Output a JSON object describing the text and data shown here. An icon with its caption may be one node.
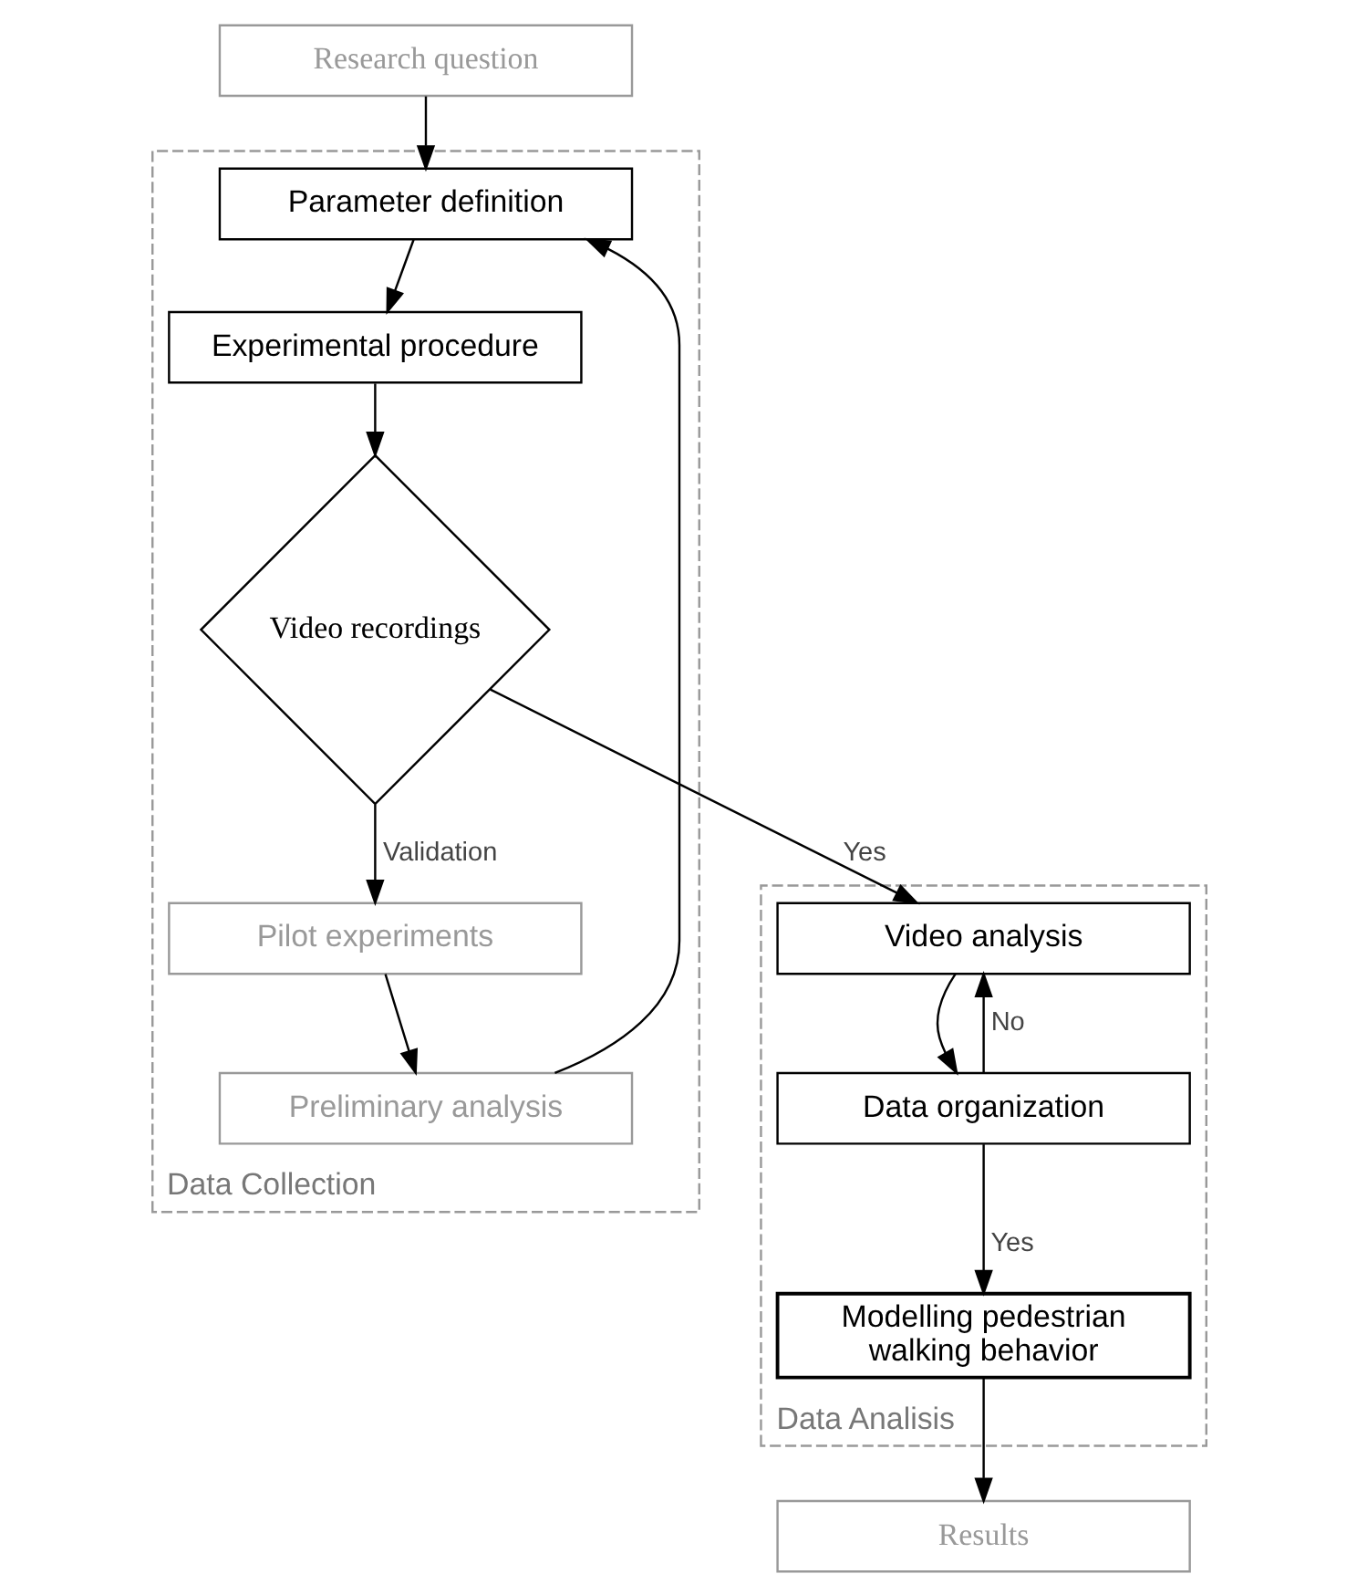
{
  "diagram": {
    "nodes": [
      {
        "text": [
          "Research question"
        ]
      },
      {
        "text": [
          "Data Collection"
        ]
      },
      {
        "text": [
          "Parameter definition"
        ],
        "in": 1
      },
      {
        "text": [
          "Experimental procedure"
        ],
        "in": 1
      },
      {
        "text": [
          "Video recordings"
        ],
        "in": 1
      },
      {
        "text": [
          "Pilot experiments"
        ],
        "in": 1
      },
      {
        "text": [
          "Preliminary analysis"
        ],
        "in": 1
      },
      {
        "text": [
          "Data Analisis"
        ]
      },
      {
        "text": [
          "Video analysis"
        ],
        "in": 7
      },
      {
        "text": [
          "Data organization"
        ],
        "in": 7
      },
      {
        "text": [
          "Modelling pedestrian walking behavior"
        ],
        "in": 7
      },
      {
        "text": [
          "Results"
        ]
      }
    ],
    "edges": [
      {
        "from": 0,
        "to": 2,
        "arrow": "to"
      },
      {
        "from": 2,
        "to": 3,
        "arrow": "to"
      },
      {
        "from": 3,
        "to": 4,
        "arrow": "to"
      },
      {
        "from": 4,
        "to": 5,
        "arrow": "to",
        "label": "Validation"
      },
      {
        "from": 5,
        "to": 6,
        "arrow": "to"
      },
      {
        "from": 6,
        "to": 2,
        "arrow": "to"
      },
      {
        "from": 4,
        "to": 8,
        "arrow": "to",
        "label": "Yes"
      },
      {
        "from": 8,
        "to": 9,
        "arrow": "to"
      },
      {
        "from": 9,
        "to": 8,
        "arrow": "to",
        "label": "No"
      },
      {
        "from": 9,
        "to": 10,
        "arrow": "to",
        "label": "Yes"
      },
      {
        "from": 10,
        "to": 11,
        "arrow": "to"
      }
    ]
  }
}
